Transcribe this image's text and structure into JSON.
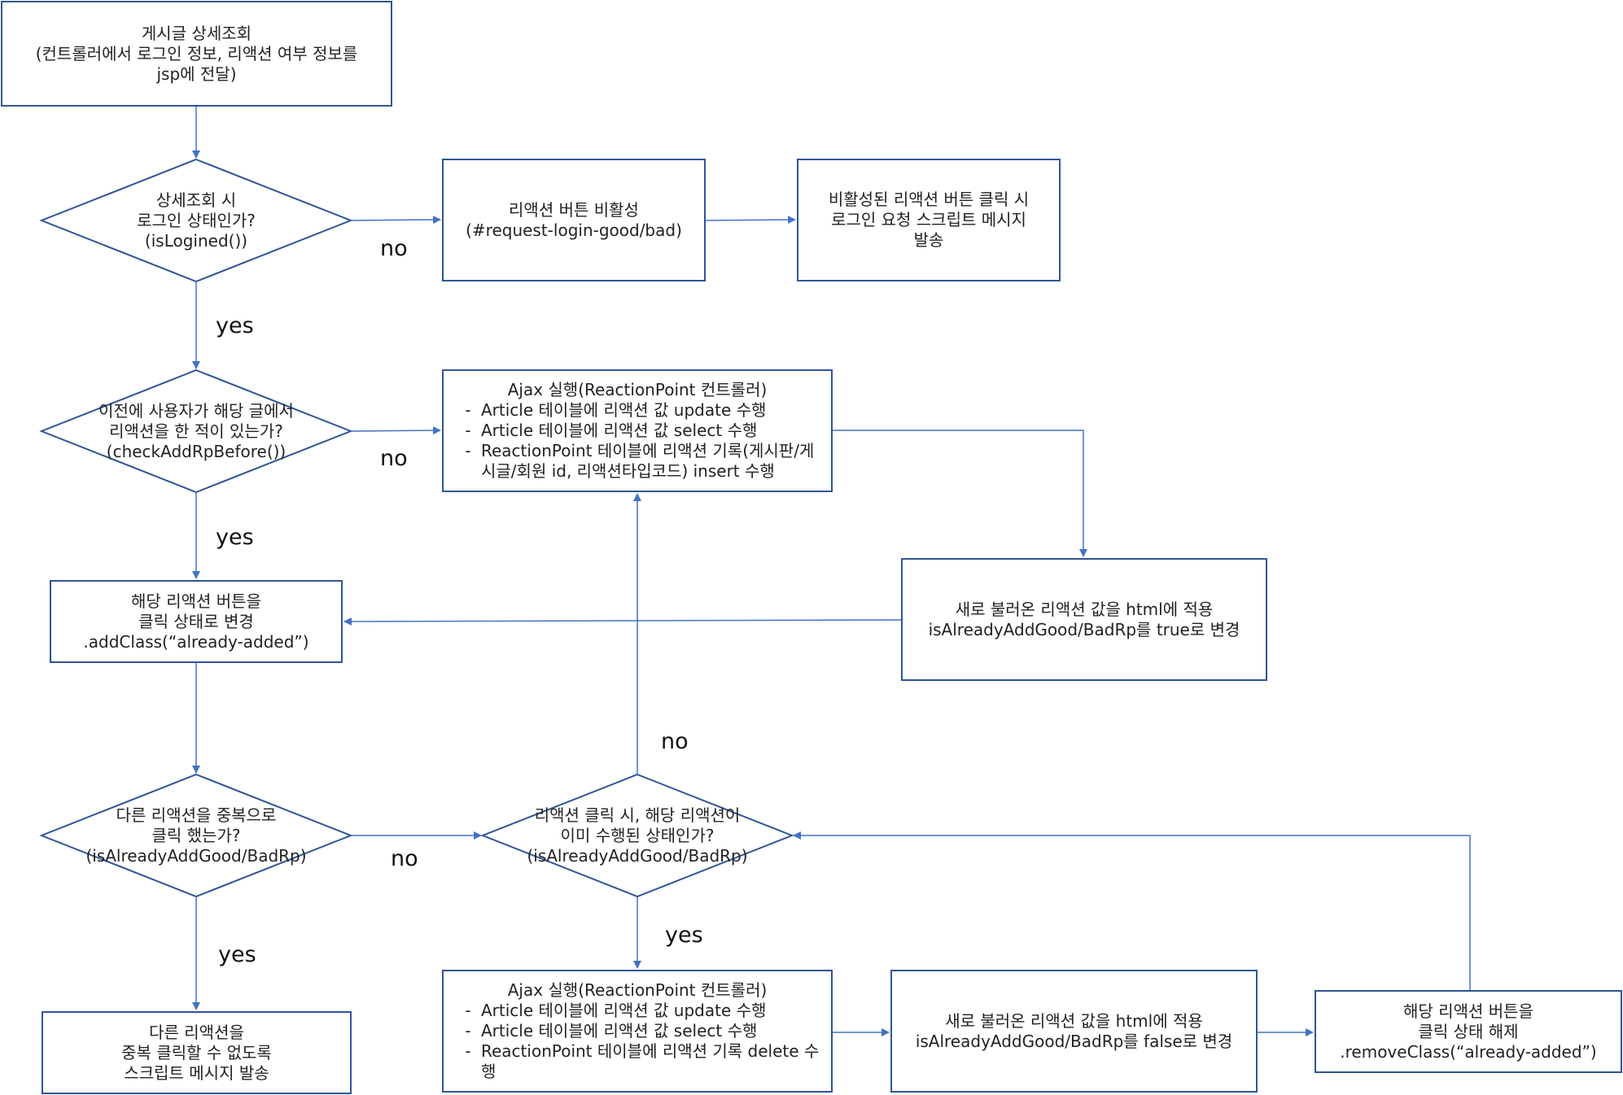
{
  "nodes": {
    "start": [
      "게시글 상세조회",
      "(컨트롤러에서 로그인 정보, 리액션 여부 정보를",
      "jsp에 전달)"
    ],
    "login_check": [
      "상세조회 시",
      "로그인 상태인가?",
      "(isLogined())"
    ],
    "disable_btn": [
      "리액션 버튼 비활성",
      "(#request-login-good/bad)"
    ],
    "login_msg": [
      "비활성된 리액션 버튼 클릭 시",
      "로그인 요청 스크립트 메시지",
      "발송"
    ],
    "before_check": [
      "이전에 사용자가 해당 글에서",
      "리액션을 한 적이 있는가?",
      "(checkAddRpBefore())"
    ],
    "ajax_insert": {
      "head": "Ajax 실행(ReactionPoint 컨트롤러)",
      "items": [
        "Article 테이블에 리액션 값 update 수행",
        "Article 테이블에 리액션 값 select 수행",
        "ReactionPoint 테이블에 리액션 기록(게시판/게시글/회원 id, 리액션타입코드) insert 수행"
      ]
    },
    "apply_true": [
      "새로 불러온 리액션 값을 html에 적용",
      "isAlreadyAddGood/BadRp를 true로 변경"
    ],
    "add_class": [
      "해당 리액션 버튼을",
      "클릭 상태로 변경",
      ".addClass(“already-added”)"
    ],
    "dup_check": [
      "다른 리액션을 중복으로",
      "클릭 했는가?",
      "(isAlreadyAddGood/BadRp)"
    ],
    "same_check": [
      "리액션 클릭 시, 해당 리액션이",
      "이미 수행된 상태인가?",
      "(isAlreadyAddGood/BadRp)"
    ],
    "dup_msg": [
      "다른 리액션을",
      "중복 클릭할 수 없도록",
      "스크립트 메시지 발송"
    ],
    "ajax_delete": {
      "head": "Ajax 실행(ReactionPoint 컨트롤러)",
      "items": [
        "Article 테이블에 리액션 값 update 수행",
        "Article 테이블에 리액션 값 select 수행",
        "ReactionPoint 테이블에 리액션 기록 delete 수행"
      ]
    },
    "apply_false": [
      "새로 불러온 리액션 값을 html에 적용",
      "isAlreadyAddGood/BadRp를 false로 변경"
    ],
    "remove_class": [
      "해당 리액션 버튼을",
      "클릭 상태 해제",
      ".removeClass(“already-added”)"
    ]
  },
  "edge_labels": {
    "login_no": "no",
    "login_yes": "yes",
    "before_no": "no",
    "before_yes": "yes",
    "same_no": "no",
    "dup_no": "no",
    "dup_yes": "yes",
    "same_yes": "yes"
  },
  "colors": {
    "line": "#4472c4",
    "border": "#2f5597"
  }
}
